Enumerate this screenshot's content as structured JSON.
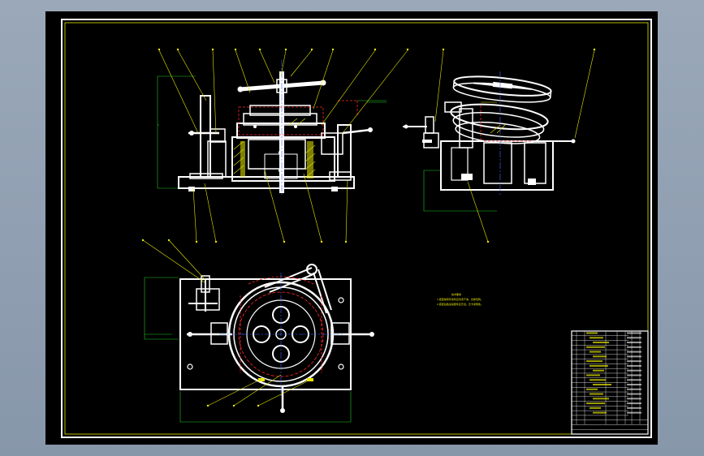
{
  "colors": {
    "background": "#8e9caf",
    "sheet": "#000000",
    "frame": "#ffffff",
    "border": "#e8e800",
    "dimension": "#22c822",
    "hidden_line": "#ff2a2a",
    "center_line": "#3b6cff"
  },
  "views": [
    "front-view",
    "side-view",
    "top-view"
  ],
  "notes": {
    "title": "技术要求",
    "lines": [
      "1.装配前所有零件应清洗干净，去除毛刺。",
      "2.装配后各运动部件应灵活，无卡滞现象。"
    ]
  }
}
